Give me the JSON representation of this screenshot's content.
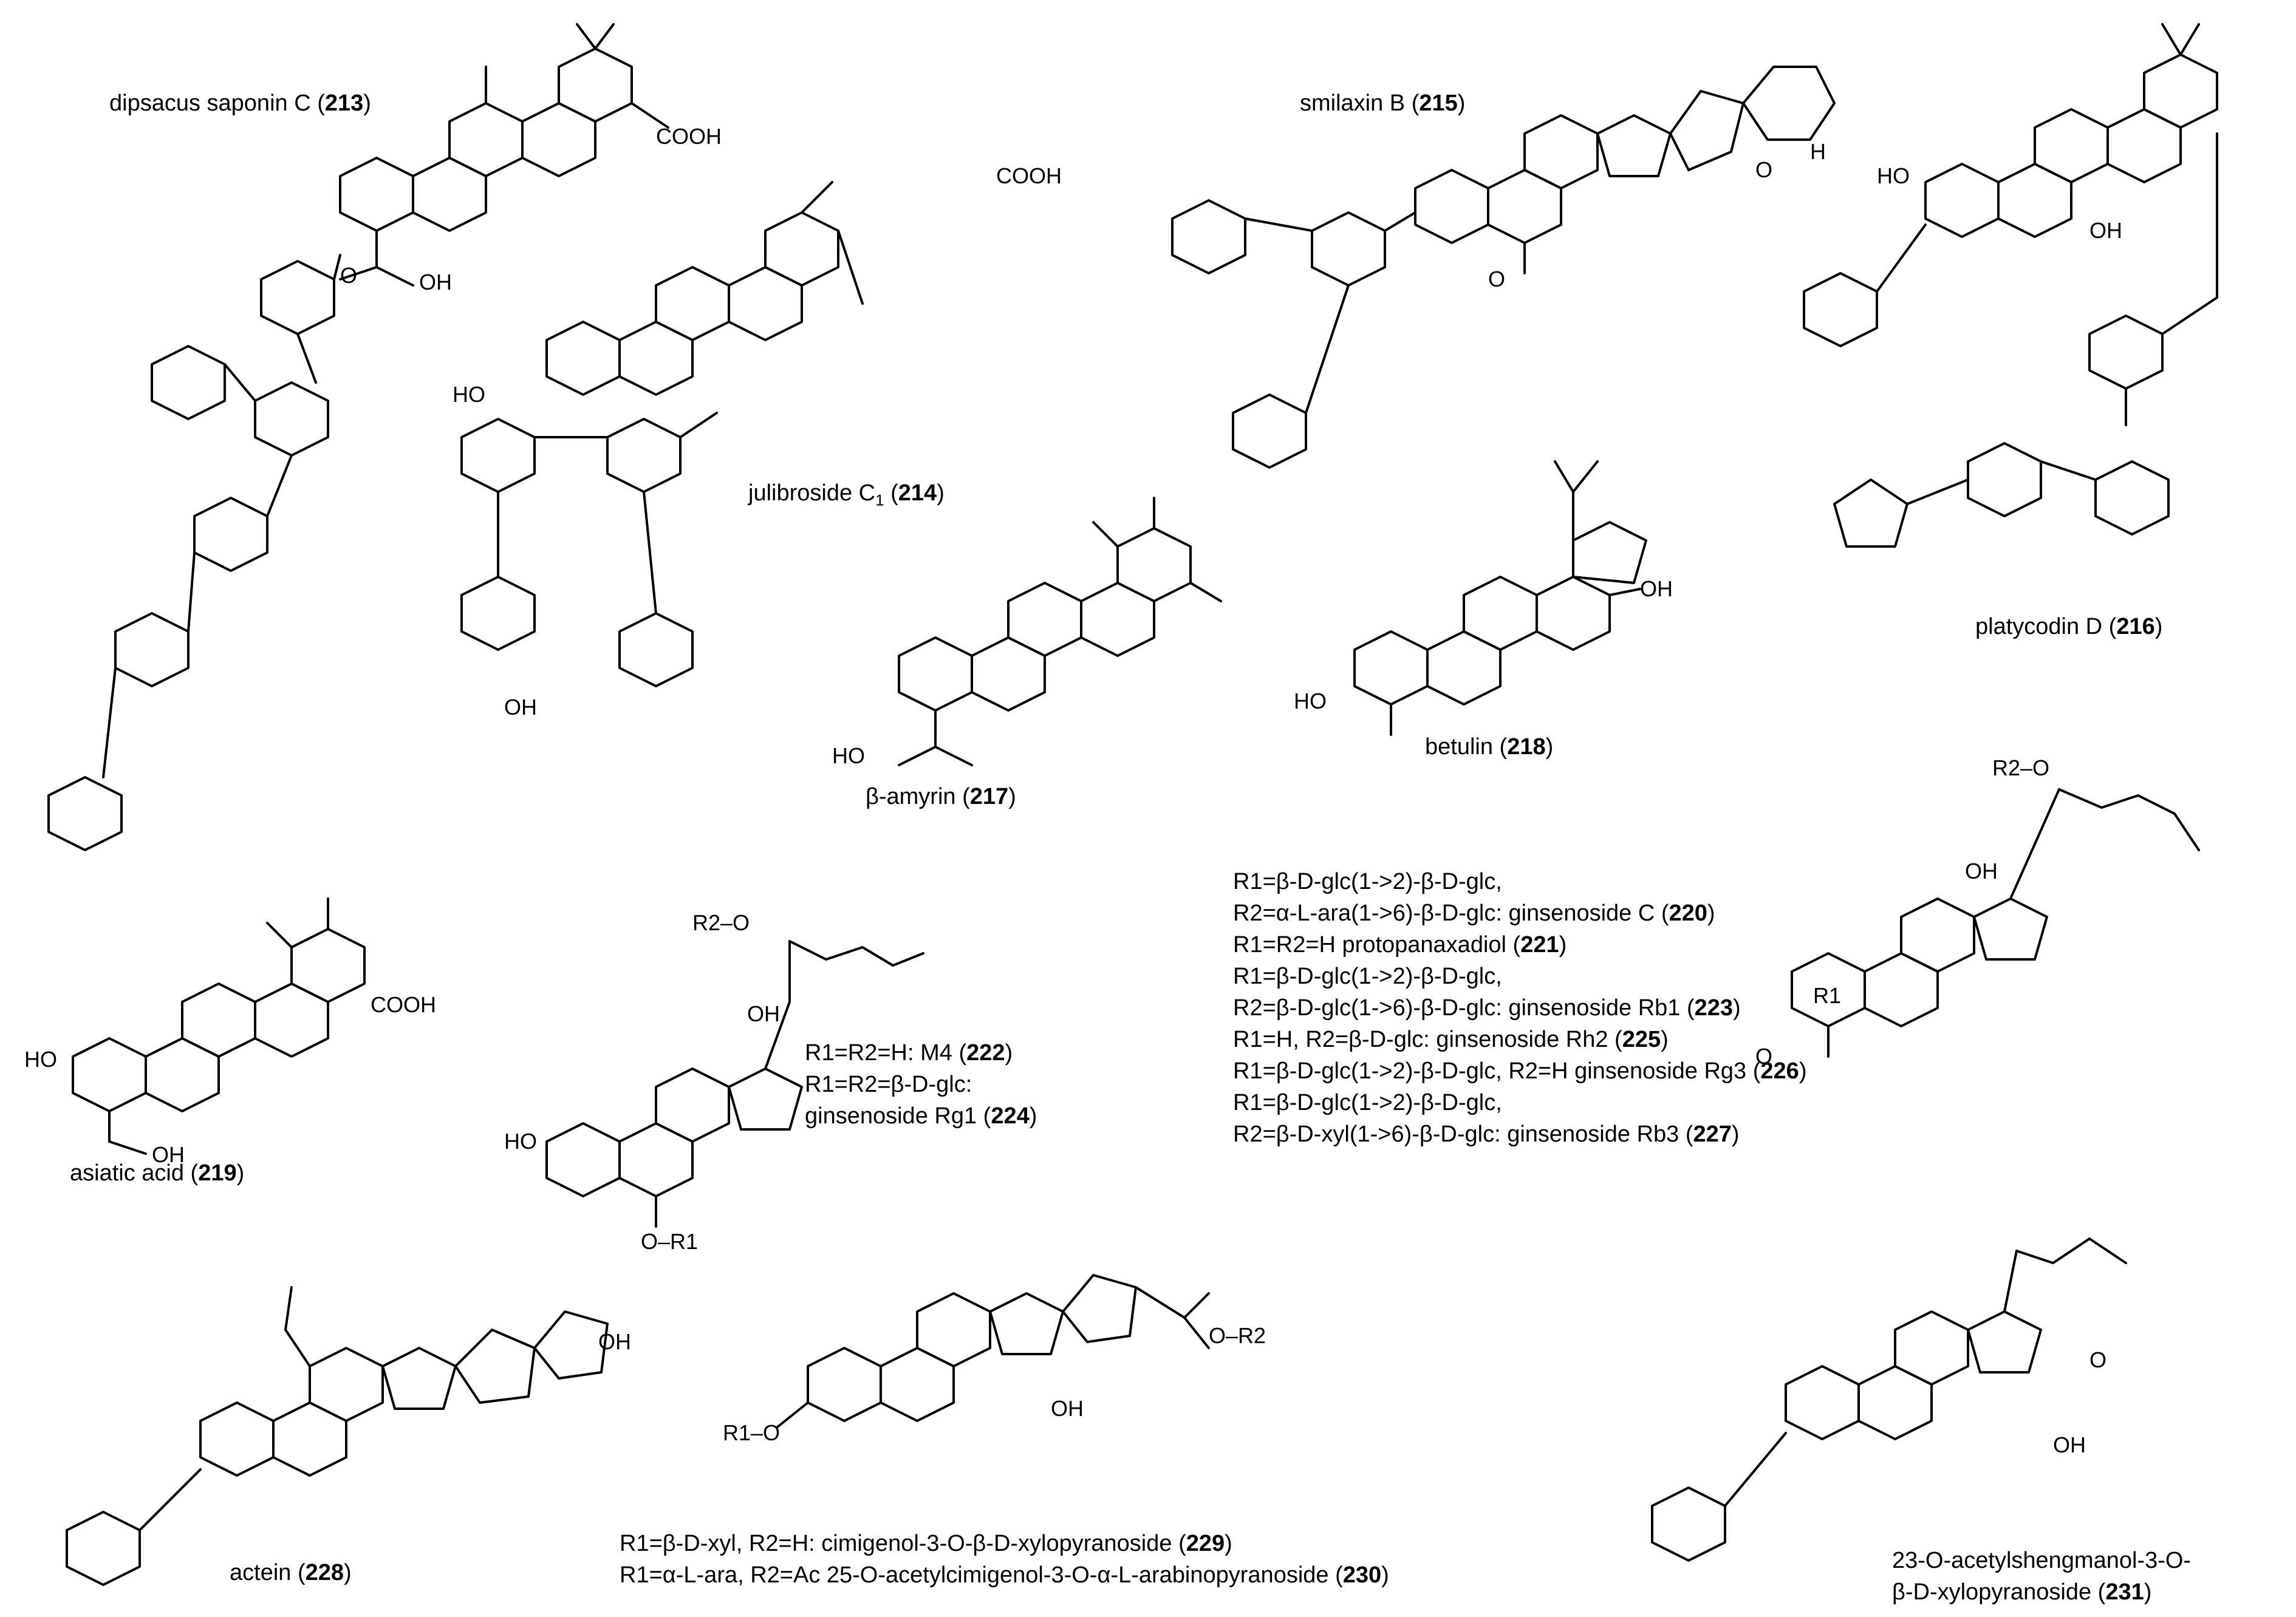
{
  "compounds": [
    {
      "id": "213",
      "name": "dipsacus saponin C"
    },
    {
      "id": "214",
      "name": "julibroside C",
      "sub": "1"
    },
    {
      "id": "215",
      "name": "smilaxin B"
    },
    {
      "id": "216",
      "name": "platycodin D"
    },
    {
      "id": "217",
      "name": "β-amyrin"
    },
    {
      "id": "218",
      "name": "betulin"
    },
    {
      "id": "219",
      "name": "asiatic acid"
    },
    {
      "id": "228",
      "name": "actein"
    },
    {
      "id": "231",
      "name_line1": "23-O-acetylshengmanol-3-O-",
      "name_line2": "β-D-xylopyranoside"
    }
  ],
  "m4_block": {
    "line1_prefix": "R1=R2=H:  M4 (",
    "line1_id": "222",
    "line1_suffix": ")",
    "line2": "R1=R2=β-D-glc:",
    "line3_prefix": "ginsenoside Rg1 (",
    "line3_id": "224",
    "line3_suffix": ")"
  },
  "ginsenoside_block": {
    "l1": "R1=β-D-glc(1->2)-β-D-glc,",
    "l2_prefix": "R2=α-L-ara(1->6)-β-D-glc:  ginsenoside C (",
    "l2_id": "220",
    "l3_prefix": "R1=R2=H  protopanaxadiol (",
    "l3_id": "221",
    "l4": "R1=β-D-glc(1->2)-β-D-glc,",
    "l5_prefix": "R2=β-D-glc(1->6)-β-D-glc:  ginsenoside Rb1 (",
    "l5_id": "223",
    "l6_prefix": "R1=H, R2=β-D-glc:  ginsenoside Rh2 (",
    "l6_id": "225",
    "l7_prefix": "R1=β-D-glc(1->2)-β-D-glc, R2=H  ginsenoside Rg3 (",
    "l7_id": "226",
    "l8": "R1=β-D-glc(1->2)-β-D-glc,",
    "l9_prefix": "R2=β-D-xyl(1->6)-β-D-glc:  ginsenoside Rb3 (",
    "l9_id": "227"
  },
  "cimigenol_block": {
    "l1_prefix": "R1=β-D-xyl, R2=H:  cimigenol-3-O-β-D-xylopyranoside (",
    "l1_id": "229",
    "l2_prefix": "R1=α-L-ara, R2=Ac  25-O-acetylcimigenol-3-O-α-L-arabinopyranoside (",
    "l2_id": "230"
  },
  "atoms": {
    "cooh": "COOH",
    "oh": "OH",
    "ho": "HO",
    "o": "O",
    "h": "H",
    "r1": "R1",
    "r2o": "R2–O",
    "or1": "O–R1",
    "or2": "O–R2",
    "r1o": "R1–O",
    "ring_o": "O"
  }
}
